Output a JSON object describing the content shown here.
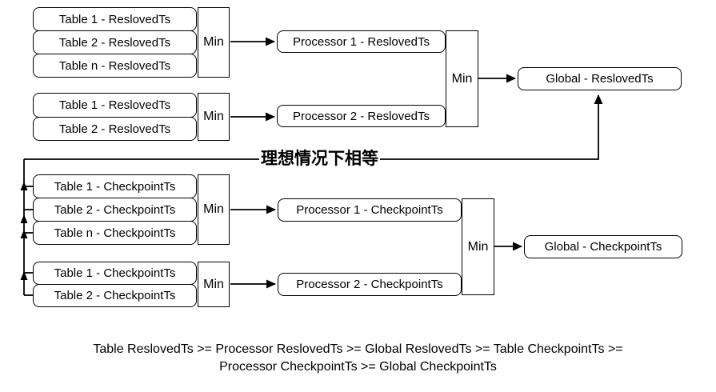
{
  "labels": {
    "min": "Min"
  },
  "resolved": {
    "group_a_tables": [
      "Table 1 - ReslovedTs",
      "Table 2 - ReslovedTs",
      "Table n - ReslovedTs"
    ],
    "group_b_tables": [
      "Table 1 - ReslovedTs",
      "Table 2 - ReslovedTs"
    ],
    "processor1": "Processor 1 - ReslovedTs",
    "processor2": "Processor 2 - ReslovedTs",
    "global": "Global - ReslovedTs"
  },
  "checkpoint": {
    "group_a_tables": [
      "Table 1 - CheckpointTs",
      "Table 2 - CheckpointTs",
      "Table n - CheckpointTs"
    ],
    "group_b_tables": [
      "Table 1 - CheckpointTs",
      "Table 2 - CheckpointTs"
    ],
    "processor1": "Processor 1 - CheckpointTs",
    "processor2": "Processor 2 - CheckpointTs",
    "global": "Global - CheckpointTs"
  },
  "annotation": "理想情况下相等",
  "footer": {
    "line1": "Table ReslovedTs >= Processor ReslovedTs >= Global ReslovedTs >= Table CheckpointTs >=",
    "line2": "Processor CheckpointTs >= Global CheckpointTs"
  },
  "colors": {
    "stroke": "#000000",
    "fill": "#ffffff"
  }
}
